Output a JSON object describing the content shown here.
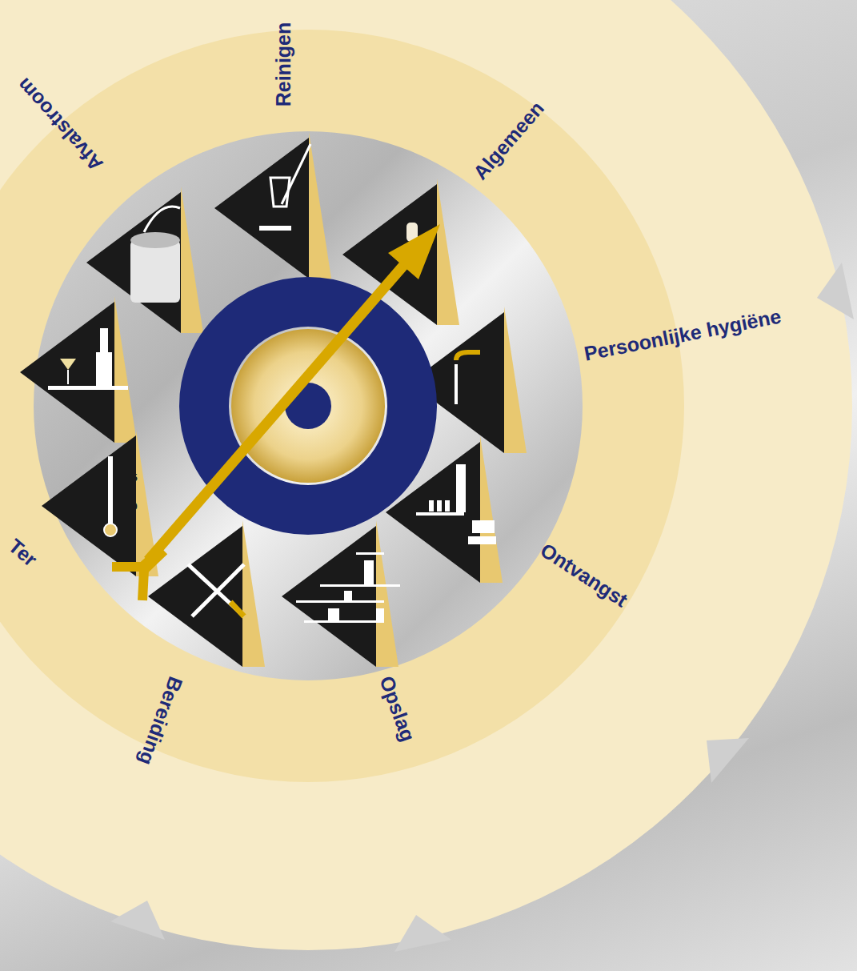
{
  "diagram": {
    "labels": [
      "Afvalstroom",
      "Reinigen",
      "Algemeen",
      "Persoonlijke hygiëne",
      "Ontvangst",
      "Opslag",
      "Bereiding",
      "Ter",
      "5",
      "0"
    ]
  }
}
